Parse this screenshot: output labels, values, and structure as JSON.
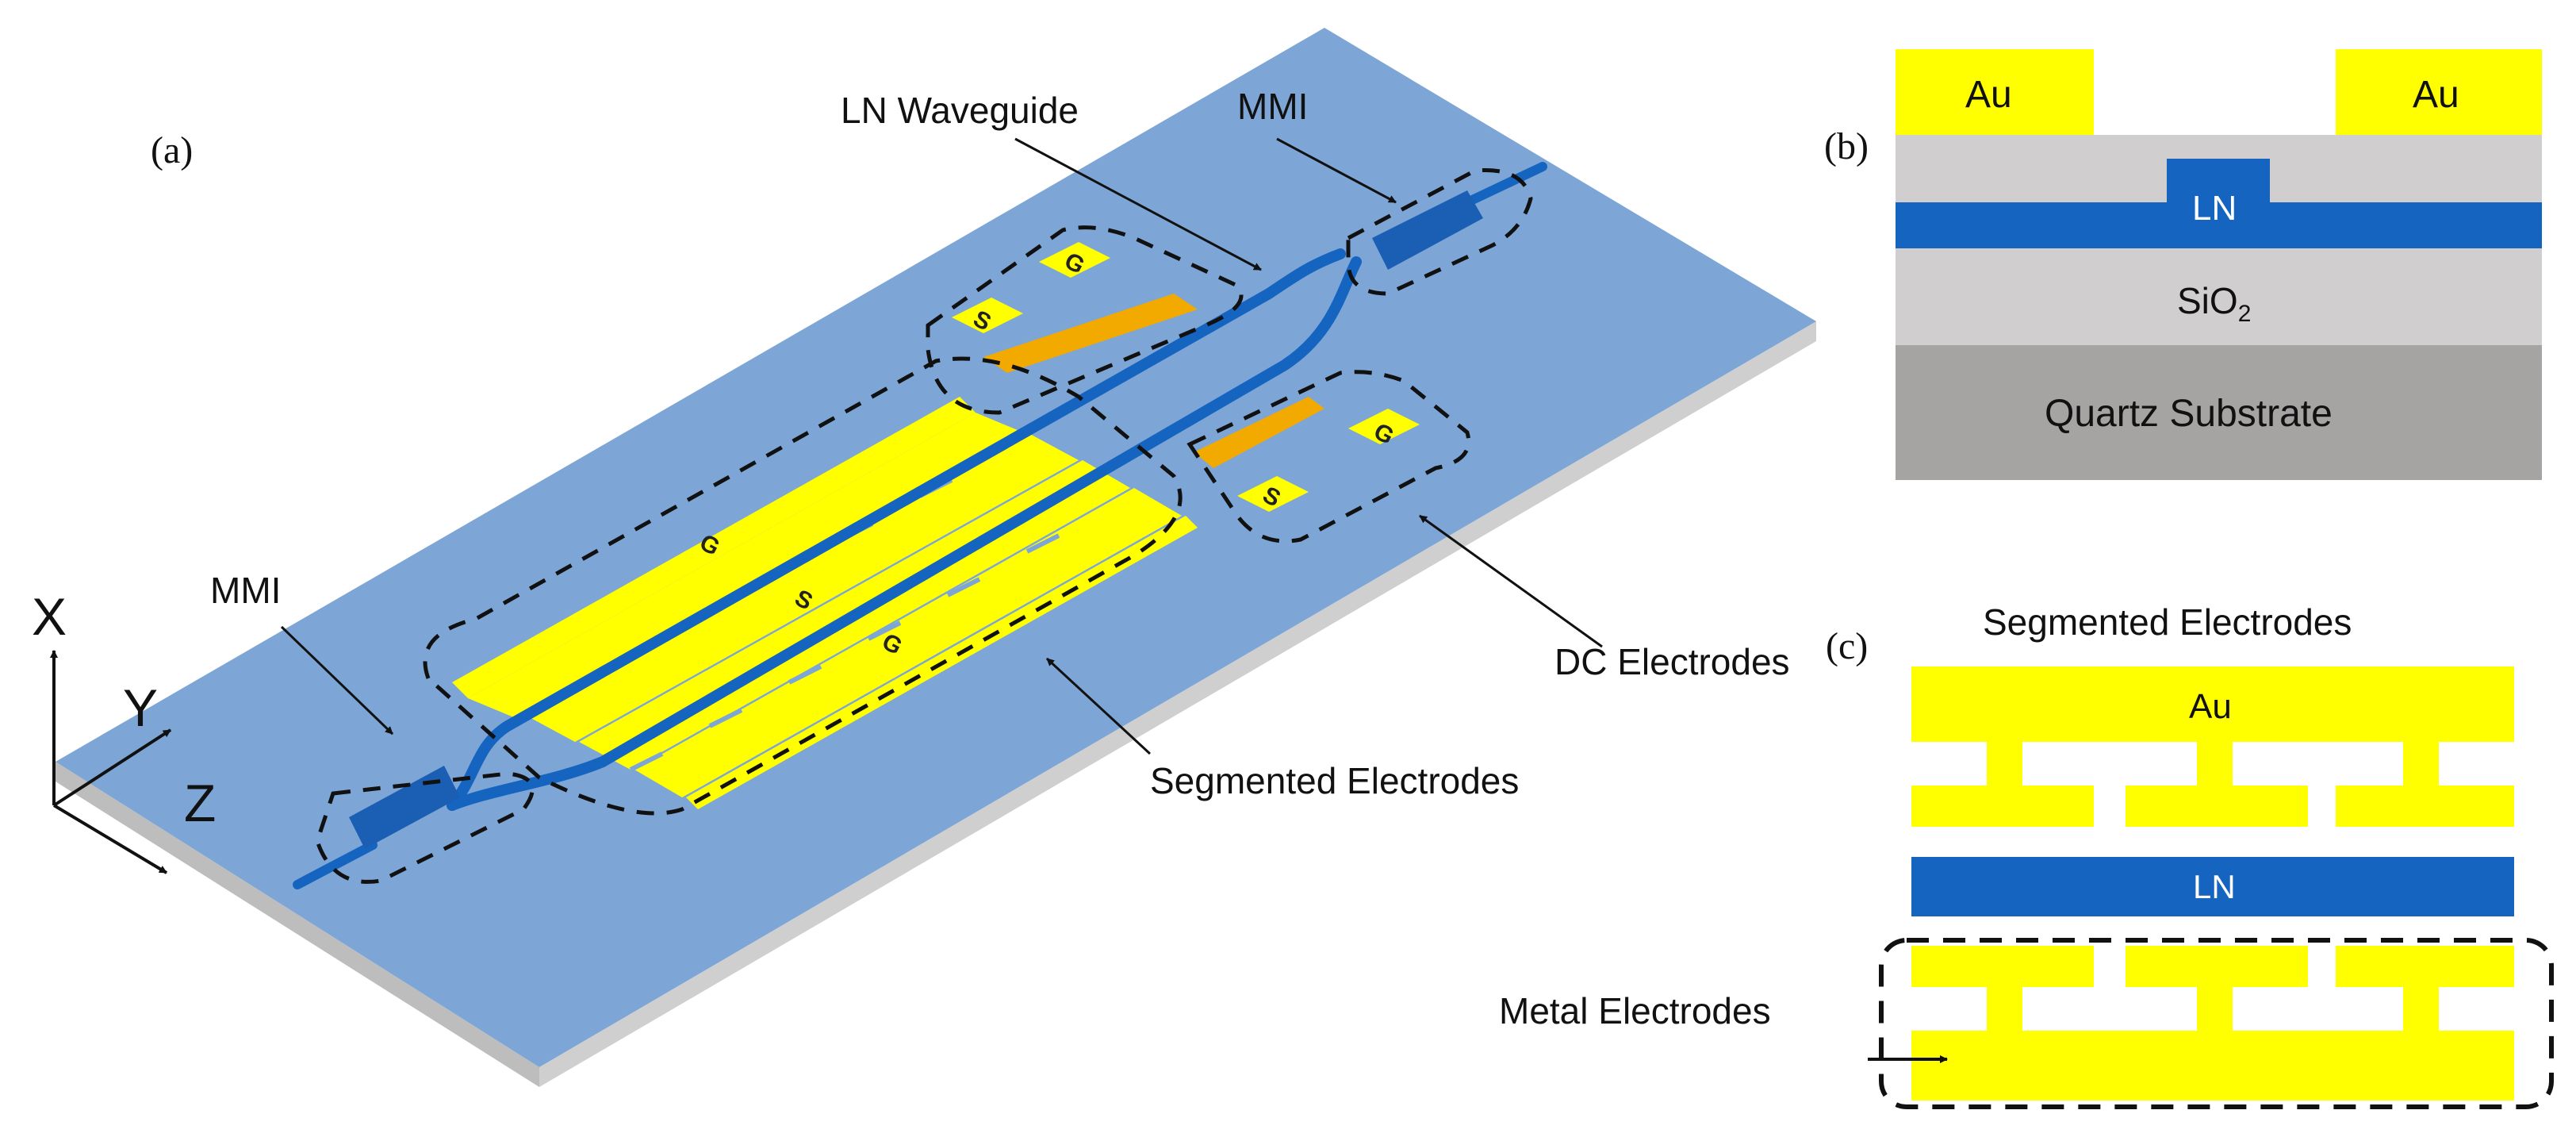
{
  "panel_a": {
    "tag": "(a)",
    "labels": {
      "lnWaveguide": "LN Waveguide",
      "mmiTop": "MMI",
      "mmiLeft": "MMI",
      "dcElectrodes": "DC Electrodes",
      "segmentedElectrodes": "Segmented Electrodes"
    },
    "electrode_letters": {
      "g1": "G",
      "s": "S",
      "g2": "G",
      "dc1_g": "G",
      "dc1_s": "S",
      "dc2_g": "G",
      "dc2_s": "S"
    },
    "axes": {
      "x": "X",
      "y": "Y",
      "z": "Z"
    }
  },
  "panel_b": {
    "tag": "(b)",
    "au_left": "Au",
    "au_right": "Au",
    "ln": "LN",
    "sio2_base": "SiO",
    "sio2_sub": "2",
    "substrate": "Quartz Substrate"
  },
  "panel_c": {
    "tag": "(c)",
    "title": "Segmented Electrodes",
    "au": "Au",
    "ln": "LN",
    "metal_label": "Metal Electrodes"
  },
  "colors": {
    "chip": "#7da6d6",
    "chip_side": "#d2d2d2",
    "waveguide": "#1565c0",
    "gold": "#ffff00",
    "gold_dark": "#f2a900",
    "cladding": "#d0cece",
    "substrate": "#a6a3a3"
  }
}
